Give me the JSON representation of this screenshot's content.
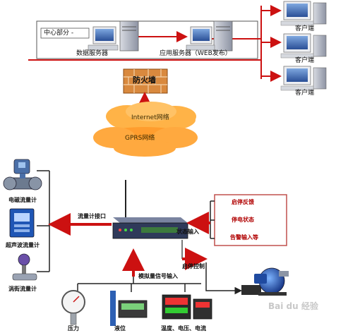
{
  "central": {
    "title": "中心部分 -",
    "data_server": "数据服务器",
    "app_server": "应用服务器（WEB发布）",
    "clients": [
      "客户端",
      "客户端",
      "客户端"
    ],
    "firewall": "防火墙"
  },
  "network": {
    "internet": "Internet网络",
    "gprs": "GPRS网络"
  },
  "flowmeters": {
    "items": [
      "电磁流量计",
      "超声波流量计",
      "涡街流量计"
    ],
    "interface_label": "流量计接口"
  },
  "status_panel": {
    "items": [
      "启停反馈",
      "停电状态",
      "告警输入等"
    ],
    "input_label": "状态输入"
  },
  "control": {
    "start_stop": "启停控制",
    "analog_input": "模拟量信号输入"
  },
  "sensors": [
    "压力",
    "液位",
    "温度、电压、电流"
  ],
  "watermark": "Bai du 经验",
  "colors": {
    "arrow_red": "#cc1111",
    "line_dark": "#222222",
    "cloud": "#ffb347",
    "panel_border": "#c0504d"
  }
}
